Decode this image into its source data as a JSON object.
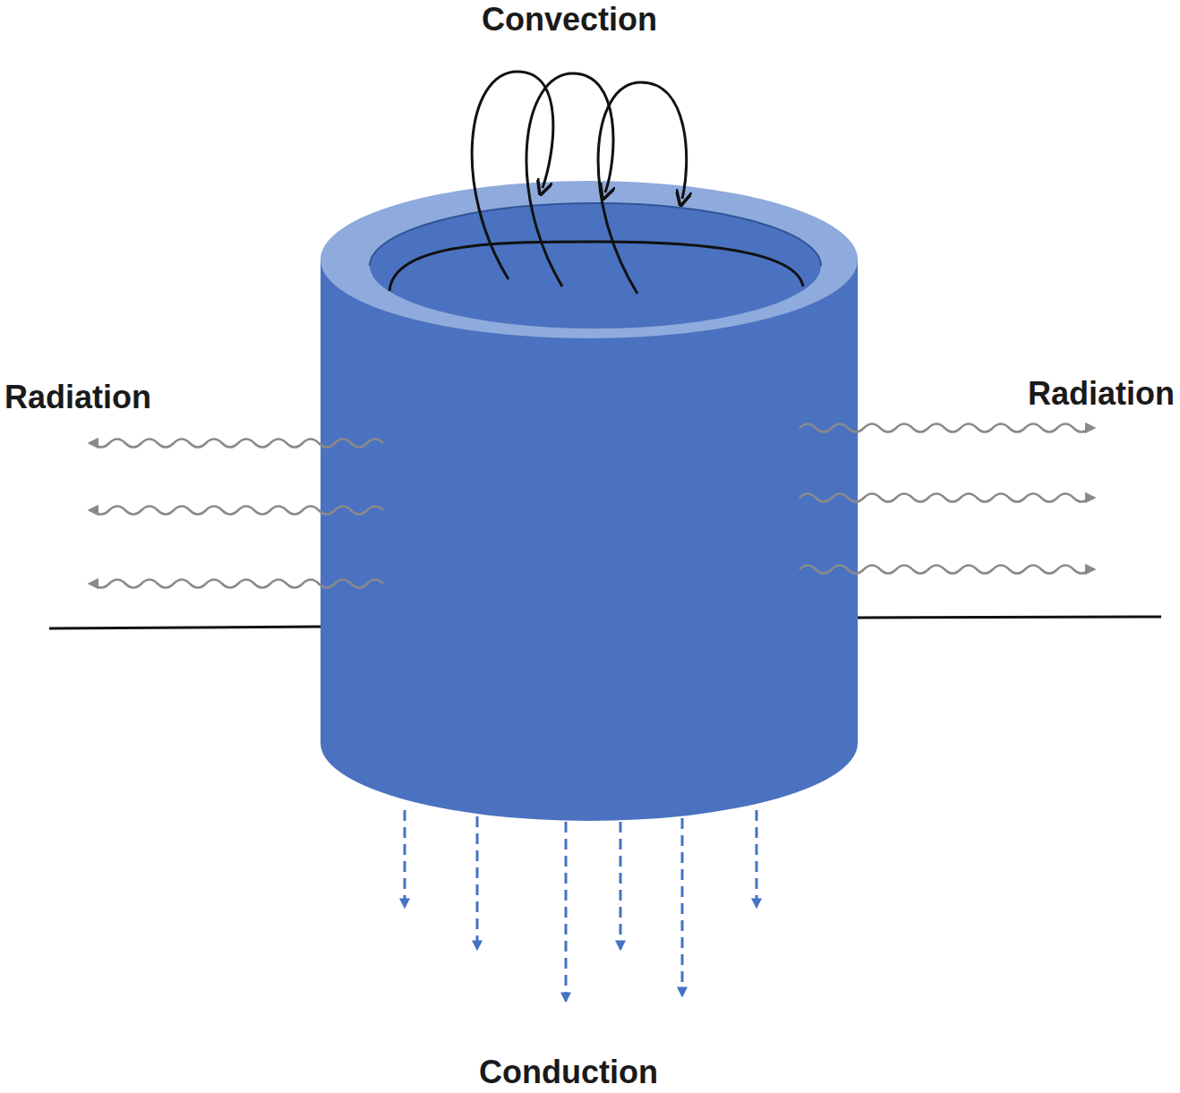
{
  "diagram": {
    "labels": [
      "Convection",
      "Radiation",
      "Radiation",
      "Conduction"
    ]
  }
}
